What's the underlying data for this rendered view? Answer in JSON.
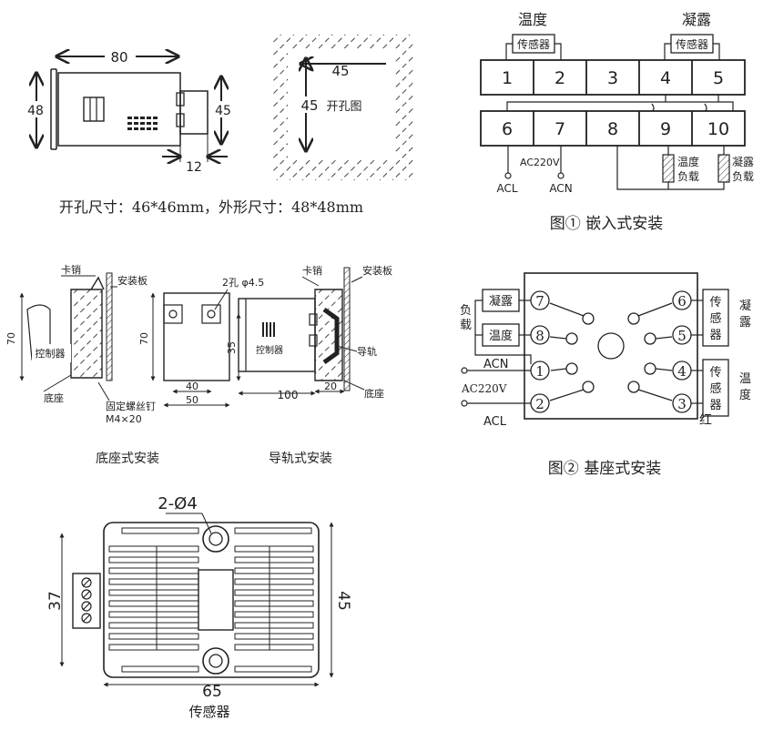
{
  "colors": {
    "ink": "#222222",
    "background": "#ffffff"
  },
  "panel_mount": {
    "width_80": "80",
    "height_48": "48",
    "depth_45": "45",
    "front_12": "12",
    "cut_45_h": "45",
    "cut_45_v": "45",
    "cutout_label": "开孔图",
    "caption": "开孔尺寸：46*46mm，外形尺寸：48*48mm"
  },
  "wiring_embedded": {
    "temp_label": "温度",
    "dew_label": "凝露",
    "sensor": "传感器",
    "top_terminals": [
      "1",
      "2",
      "3",
      "4",
      "5"
    ],
    "bottom_terminals": [
      "6",
      "7",
      "8",
      "9",
      "10"
    ],
    "ac": "AC220V",
    "acl": "ACL",
    "acn": "ACN",
    "temp_load": [
      "温度",
      "负载"
    ],
    "dew_load": [
      "凝露",
      "负载"
    ],
    "caption": "图① 嵌入式安装"
  },
  "base_mount": {
    "clip": "卡销",
    "plate": "安装板",
    "height_70": "70",
    "controller": "控制器",
    "base": "底座",
    "screw_1": "固定螺丝钉",
    "screw_2": "M4×20",
    "holes": "2孔 φ4.5",
    "height_70b": "70",
    "dim_35": "35",
    "dim_40": "40",
    "dim_50": "50",
    "caption": "底座式安装"
  },
  "rail_mount": {
    "clip": "卡销",
    "plate": "安装板",
    "controller": "控制器",
    "rail": "导轨",
    "dim_100": "100",
    "dim_20": "20",
    "base": "底座",
    "caption": "导轨式安装"
  },
  "wiring_base": {
    "load": [
      "负",
      "载"
    ],
    "dew": "凝露",
    "temp": "温度",
    "pins": [
      "1",
      "2",
      "3",
      "4",
      "5",
      "6",
      "7",
      "8"
    ],
    "acn": "ACN",
    "ac": "AC220V",
    "acl": "ACL",
    "red": "红",
    "sensor_chars": [
      "传",
      "感",
      "器"
    ],
    "dew_side": [
      "凝",
      "露"
    ],
    "temp_side": [
      "温",
      "度"
    ],
    "caption": "图② 基座式安装"
  },
  "sensor_drawing": {
    "holes": "2-Ø4",
    "dim_37": "37",
    "dim_45": "45",
    "dim_65": "65",
    "caption": "传感器"
  }
}
